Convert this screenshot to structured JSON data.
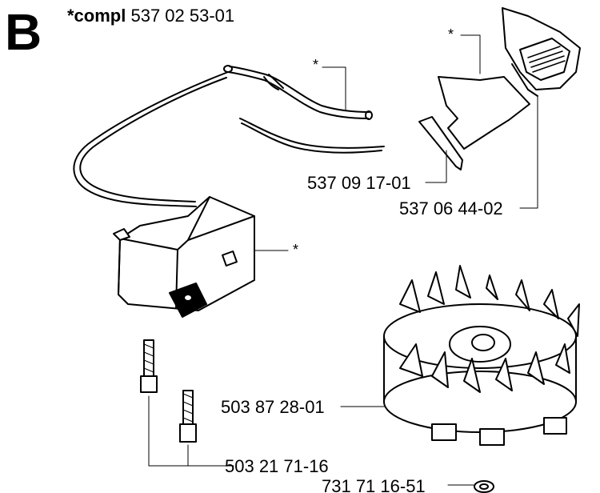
{
  "header": {
    "section_letter": "B",
    "compl_label": "*compl",
    "compl_number": "537 02 53-01"
  },
  "callouts": {
    "fuel_hose_marker": "*",
    "cover_marker": "*",
    "ignition_module_marker": "*"
  },
  "part_numbers": {
    "clip": "537 09 17-01",
    "air_intake": "537 06 44-02",
    "flywheel": "503 87 28-01",
    "screws": "503 21 71-16",
    "washer": "731 71 16-51"
  }
}
